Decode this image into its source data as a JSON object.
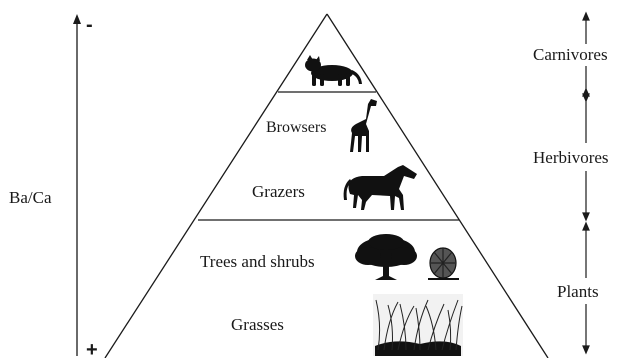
{
  "axis": {
    "label": "Ba/Ca",
    "top_sign": "-",
    "bottom_sign": "+"
  },
  "pyramid": {
    "levels": [
      {
        "name": "Carnivores",
        "animals": [
          {
            "icon": "tiger-silhouette-icon"
          }
        ]
      },
      {
        "name": "Herbivores",
        "animals": [
          {
            "label": "Browsers",
            "icon": "giraffe-silhouette-icon"
          },
          {
            "label": "Grazers",
            "icon": "horse-silhouette-icon"
          }
        ]
      },
      {
        "name": "Plants",
        "animals": [
          {
            "label": "Trees and shrubs",
            "icon": "tree-silhouette-icon"
          },
          {
            "label": "Grasses",
            "icon": "grass-silhouette-icon"
          }
        ]
      }
    ]
  },
  "labels": {
    "browsers": "Browsers",
    "grazers": "Grazers",
    "trees": "Trees and shrubs",
    "grasses": "Grasses",
    "carnivores": "Carnivores",
    "herbivores": "Herbivores",
    "plants": "Plants"
  },
  "colors": {
    "line": "#1a1a1a",
    "silhouette": "#111111"
  }
}
